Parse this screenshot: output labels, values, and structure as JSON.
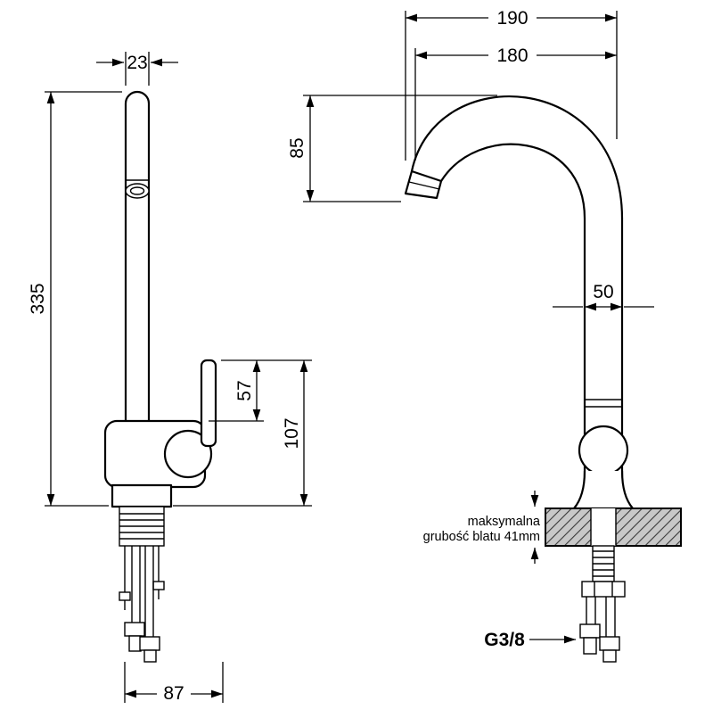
{
  "front_view": {
    "dim_spout_width": "23",
    "dim_total_height": "335",
    "dim_handle": "57",
    "dim_body_height": "107",
    "dim_base_width": "87"
  },
  "side_view": {
    "dim_reach_overall": "190",
    "dim_reach": "180",
    "dim_arc_height": "85",
    "dim_column_width": "50",
    "note_line1": "maksymalna",
    "note_line2": "grubość blatu 41mm",
    "thread_label": "G3/8"
  },
  "colors": {
    "line": "#000000",
    "counter_fill": "#c8c8c8",
    "background": "#ffffff"
  }
}
